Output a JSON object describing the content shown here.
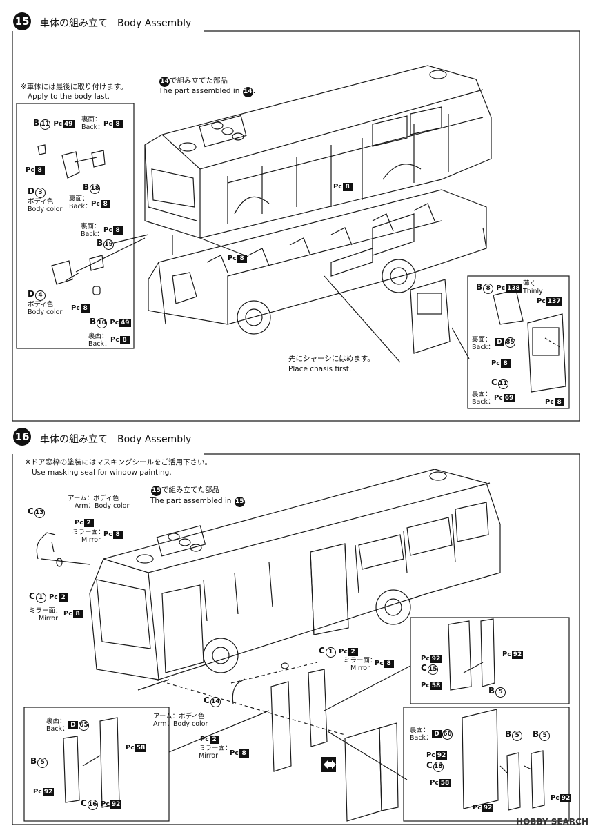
{
  "step15": {
    "number": "15",
    "title": "車体の組み立て　Body Assembly",
    "note_jp": "※車体には最後に取り付けます。",
    "note_en": "Apply to the body last.",
    "assembled_jp_num": "14",
    "assembled_jp": "で組み立てた部品",
    "assembled_en": "The part assembled in",
    "assembled_en_num": "14",
    "parts": {
      "b11": "B",
      "b11_num": "11",
      "b11_pc": "49",
      "b11_back_jp": "裏面：",
      "b11_back_en": "Back：",
      "b11_back_pc": "8",
      "pc8_a": "8",
      "d3": "D",
      "d3_num": "3",
      "d3_jp": "ボディ色",
      "d3_en": "Body color",
      "b18": "B",
      "b18_num": "18",
      "b18_back_jp": "裏面：",
      "b18_back_en": "Back：",
      "b18_back_pc": "8",
      "back2_jp": "裏面：",
      "back2_en": "Back：",
      "back2_pc": "8",
      "b19": "B",
      "b19_num": "19",
      "d4": "D",
      "d4_num": "4",
      "d4_jp": "ボディ色",
      "d4_en": "Body color",
      "pc8_b": "8",
      "b10": "B",
      "b10_num": "10",
      "b10_pc": "49",
      "b10_back_jp": "裏面：",
      "b10_back_en": "Back：",
      "b10_back_pc": "8",
      "body_pc_a": "8",
      "body_pc_b": "8"
    },
    "chassis_jp": "先にシャーシにはめます。",
    "chassis_en": "Place chasis first.",
    "inset": {
      "b8": "B",
      "b8_num": "8",
      "b8_pc": "138",
      "thin_jp": "薄く",
      "thin_en": "Thinly",
      "pc137": "137",
      "back_jp": "裏面：",
      "back_en": "Back：",
      "d85": "D",
      "d85_num": "85",
      "pc8_c": "8",
      "c11": "C",
      "c11_num": "11",
      "c11_back_jp": "裏面：",
      "c11_back_en": "Back：",
      "c11_pc": "69",
      "pc8_d": "8"
    }
  },
  "step16": {
    "number": "16",
    "title": "車体の組み立て　Body Assembly",
    "note_jp": "※ドア窓枠の塗装にはマスキングシールをご活用下さい。",
    "note_en": "Use masking seal for window painting.",
    "assembled_jp_num": "15",
    "assembled_jp": "で組み立てた部品",
    "assembled_en": "The part assembled in",
    "assembled_en_num": "15",
    "parts": {
      "arm_jp": "アーム：ボディ色",
      "arm_en": "Arm：Body color",
      "c13": "C",
      "c13_num": "13",
      "pc2_a": "2",
      "mirror_jp_a": "ミラー面：",
      "mirror_en_a": "Mirror",
      "mirror_pc_a": "8",
      "c1_a": "C",
      "c1_a_num": "1",
      "c1_a_pc": "2",
      "mirror_jp_b": "ミラー面：",
      "mirror_en_b": "Mirror",
      "mirror_pc_b": "8",
      "c1_b": "C",
      "c1_b_num": "1",
      "c1_b_pc": "2",
      "mirror_jp_c": "ミラー面：",
      "mirror_en_c": "Mirror",
      "mirror_pc_c": "8",
      "c14": "C",
      "c14_num": "14",
      "arm2_jp": "アーム：ボディ色",
      "arm2_en": "Arm：Body color",
      "pc2_b": "2",
      "mirror_jp_d": "ミラー面：",
      "mirror_en_d": "Mirror",
      "mirror_pc_d": "8"
    },
    "inset_left": {
      "back_jp": "裏面：",
      "back_en": "Back：",
      "d65": "D",
      "d65_num": "65",
      "b5": "B",
      "b5_num": "5",
      "pc58": "58",
      "pc92_a": "92",
      "c16": "C",
      "c16_num": "16",
      "c16_pc": "92"
    },
    "inset_top_right": {
      "pc92_a": "92",
      "c15": "C",
      "c15_num": "15",
      "pc58": "58",
      "pc92_b": "92",
      "b5": "B",
      "b5_num": "5"
    },
    "inset_bottom_right": {
      "back_jp": "裏面：",
      "back_en": "Back：",
      "d66": "D",
      "d66_num": "66",
      "pc92_a": "92",
      "c18": "C",
      "c18_num": "18",
      "pc58": "58",
      "b5_a": "B",
      "b5_a_num": "5",
      "b5_b": "B",
      "b5_b_num": "5",
      "pc92_b": "92",
      "pc92_c": "92"
    }
  },
  "watermark": "HOBBY SEARCH"
}
